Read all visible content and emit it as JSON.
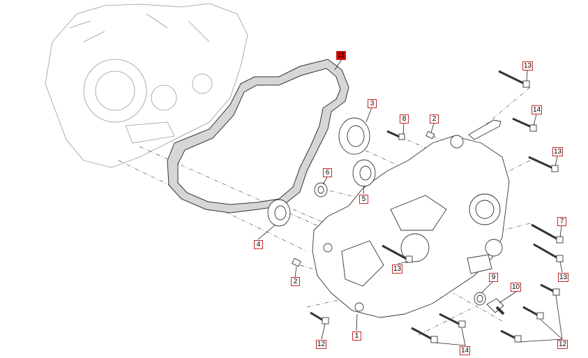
{
  "diagram": {
    "callouts": [
      {
        "id": "11",
        "label": "11",
        "active": true
      },
      {
        "id": "3",
        "label": "3"
      },
      {
        "id": "8",
        "label": "8"
      },
      {
        "id": "2a",
        "label": "2"
      },
      {
        "id": "13a",
        "label": "13"
      },
      {
        "id": "14a",
        "label": "14"
      },
      {
        "id": "13b",
        "label": "13"
      },
      {
        "id": "6",
        "label": "6"
      },
      {
        "id": "5",
        "label": "5"
      },
      {
        "id": "7",
        "label": "7"
      },
      {
        "id": "4",
        "label": "4"
      },
      {
        "id": "13c",
        "label": "13"
      },
      {
        "id": "13d",
        "label": "13"
      },
      {
        "id": "2b",
        "label": "2"
      },
      {
        "id": "9",
        "label": "9"
      },
      {
        "id": "10",
        "label": "10"
      },
      {
        "id": "1",
        "label": "1"
      },
      {
        "id": "12a",
        "label": "12"
      },
      {
        "id": "14b",
        "label": "14"
      },
      {
        "id": "12b",
        "label": "12"
      }
    ],
    "colors": {
      "highlight": "#d50000",
      "callout_border": "#c62828",
      "line": "#333333"
    }
  }
}
